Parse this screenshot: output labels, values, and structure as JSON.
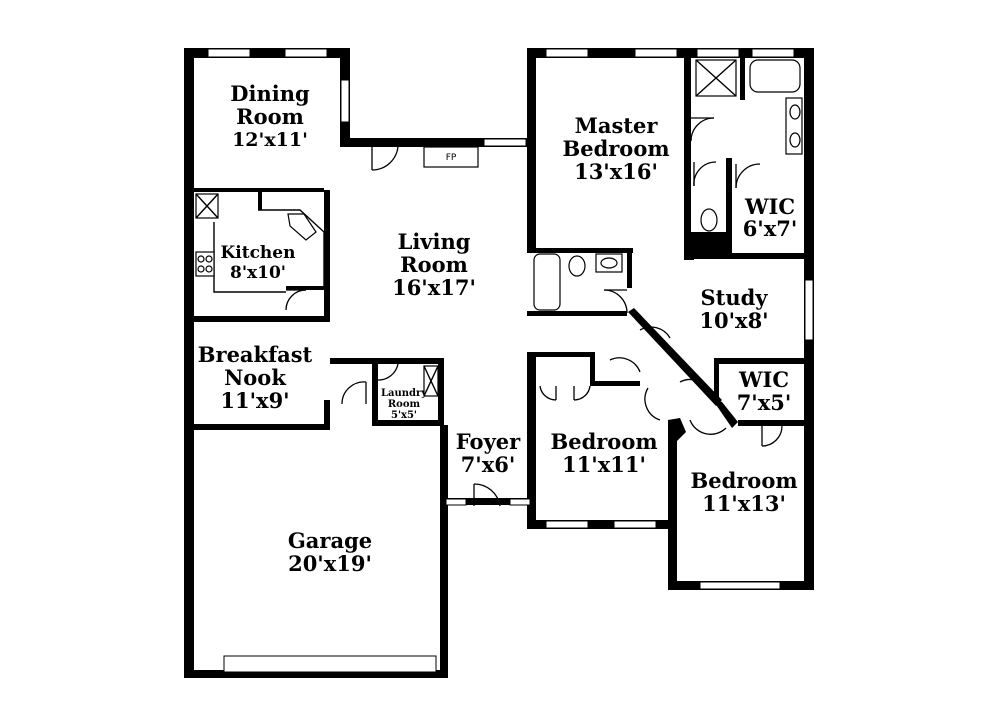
{
  "rooms": {
    "dining": {
      "name": "Dining",
      "name2": "Room",
      "size": "12'x11'"
    },
    "kitchen": {
      "name": "Kitchen",
      "size": "8'x10'"
    },
    "living": {
      "name": "Living",
      "name2": "Room",
      "size": "16'x17'"
    },
    "master": {
      "name": "Master",
      "name2": "Bedroom",
      "size": "13'x16'"
    },
    "wic1": {
      "name": "WIC",
      "size": "6'x7'"
    },
    "study": {
      "name": "Study",
      "size": "10'x8'"
    },
    "breakfast": {
      "name": "Breakfast",
      "name2": "Nook",
      "size": "11'x9'"
    },
    "laundry": {
      "name": "Laundry",
      "name2": "Room",
      "size": "5'x5'"
    },
    "wic2": {
      "name": "WIC",
      "size": "7'x5'"
    },
    "foyer": {
      "name": "Foyer",
      "size": "7'x6'"
    },
    "bedroom1": {
      "name": "Bedroom",
      "size": "11'x11'"
    },
    "bedroom2": {
      "name": "Bedroom",
      "size": "11'x13'"
    },
    "garage": {
      "name": "Garage",
      "size": "20'x19'"
    }
  },
  "fireplace": {
    "label": "FP"
  }
}
